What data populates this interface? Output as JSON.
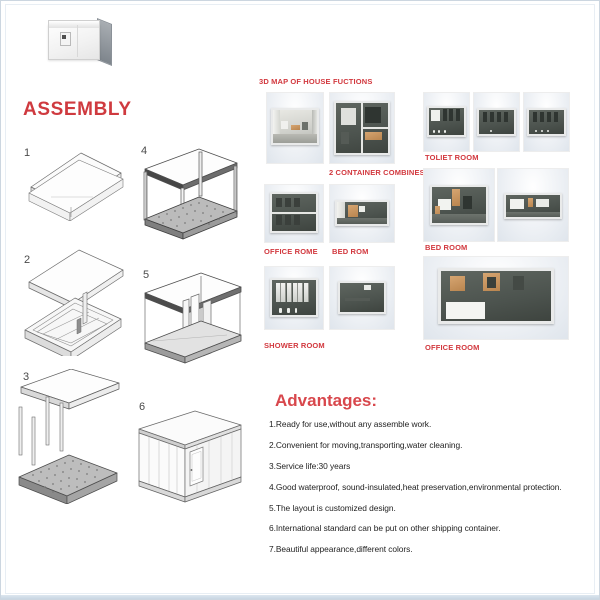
{
  "document": {
    "hero_photo_name": "white-container-house-photo",
    "assembly_title": "ASSEMBLY"
  },
  "assembly": {
    "steps": [
      {
        "num": "1",
        "name": "step-1-base-floor-panel"
      },
      {
        "num": "2",
        "name": "step-2-floor-frame-with-panel"
      },
      {
        "num": "3",
        "name": "step-3-roof-columns-and-floor"
      },
      {
        "num": "4",
        "name": "step-4-frame-assembled"
      },
      {
        "num": "5",
        "name": "step-5-wall-panels-inserted"
      },
      {
        "num": "6",
        "name": "step-6-finished-container-house"
      }
    ]
  },
  "map_section": {
    "title": "3D MAP OF HOUSE FUCTIONS",
    "captions": {
      "two_container": "2 CONTAINER COMBINES",
      "office_rome": "OFFICE ROME",
      "bed_rom": "BED ROM",
      "shower_room": "SHOWER ROOM",
      "toliet_room": "TOLIET ROOM",
      "bed_room": "BED ROOM",
      "office_room": "OFFICE ROOM"
    },
    "thumbs": [
      {
        "name": "thumb-3d-interior-overview"
      },
      {
        "name": "thumb-2-container-combines"
      },
      {
        "name": "thumb-office-rome"
      },
      {
        "name": "thumb-bed-rom"
      },
      {
        "name": "thumb-shower-room"
      },
      {
        "name": "thumb-shower-room-alt"
      },
      {
        "name": "thumb-toliet-room-1"
      },
      {
        "name": "thumb-toliet-room-2"
      },
      {
        "name": "thumb-toliet-room-3"
      },
      {
        "name": "thumb-bed-room-1"
      },
      {
        "name": "thumb-bed-room-2"
      },
      {
        "name": "thumb-office-room-large"
      }
    ]
  },
  "advantages": {
    "title": "Advantages:",
    "items": [
      "1.Ready for use,without any assemble work.",
      "2.Convenient for moving,transporting,water cleaning.",
      "3.Service life:30 years",
      "4.Good waterproof, sound-insulated,heat preservation,environmental protection.",
      "5.The layout is customized design.",
      "6.International standard can be put on other shipping container.",
      "7.Beautiful appearance,different colors."
    ]
  },
  "colors": {
    "accent_red": "#d2383e",
    "title_red": "#cf3a3f",
    "advantage_red": "#d8474c",
    "border_blue_gray": "#ccd6e0",
    "body_text": "#1f1f1f"
  }
}
